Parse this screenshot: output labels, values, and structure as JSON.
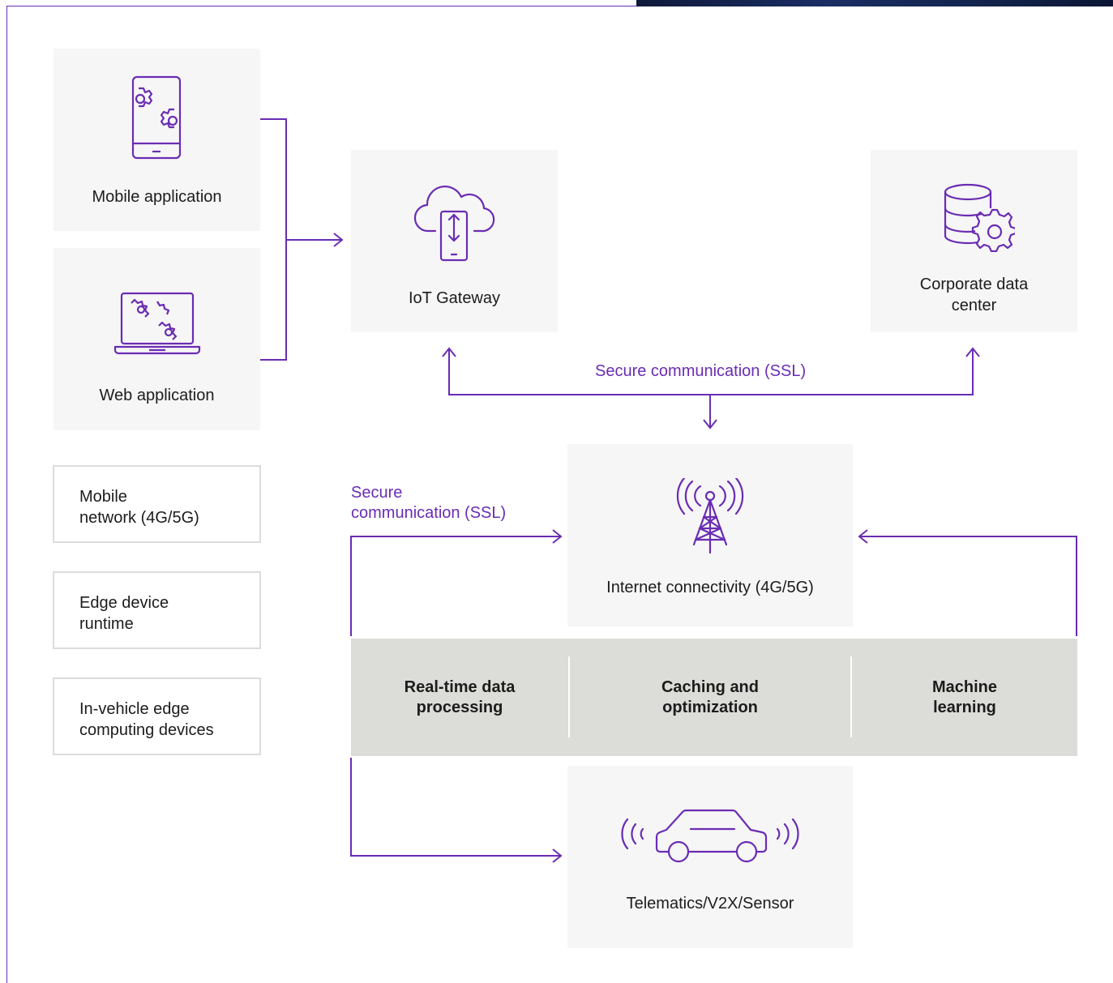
{
  "diagram": {
    "nodes": {
      "mobile_app": {
        "label": "Mobile application",
        "icon": "smartphone-gears-icon"
      },
      "web_app": {
        "label": "Web application",
        "icon": "laptop-gears-icon"
      },
      "iot_gateway": {
        "label": "IoT Gateway",
        "icon": "cloud-phone-sync-icon"
      },
      "data_center": {
        "label": "Corporate data\ncenter",
        "icon": "database-gear-icon"
      },
      "internet": {
        "label": "Internet connectivity (4G/5G)",
        "icon": "cell-tower-icon"
      },
      "telematics": {
        "label": "Telematics/V2X/Sensor",
        "icon": "connected-car-icon"
      }
    },
    "legend_boxes": [
      {
        "label": "Mobile\nnetwork (4G/5G)"
      },
      {
        "label": "Edge device\nruntime"
      },
      {
        "label": "In-vehicle edge\ncomputing devices"
      }
    ],
    "edge_functions": [
      {
        "label": "Real-time data\nprocessing"
      },
      {
        "label": "Caching and\noptimization"
      },
      {
        "label": "Machine\nlearning"
      }
    ],
    "annotations": {
      "secure_top": "Secure communication (SSL)",
      "secure_left": "Secure\ncommunication (SSL)"
    },
    "colors": {
      "accent": "#6a2cb3",
      "box_fill": "#f6f6f6",
      "band_fill": "#dcdcd8",
      "border": "#dcdcdc"
    }
  }
}
